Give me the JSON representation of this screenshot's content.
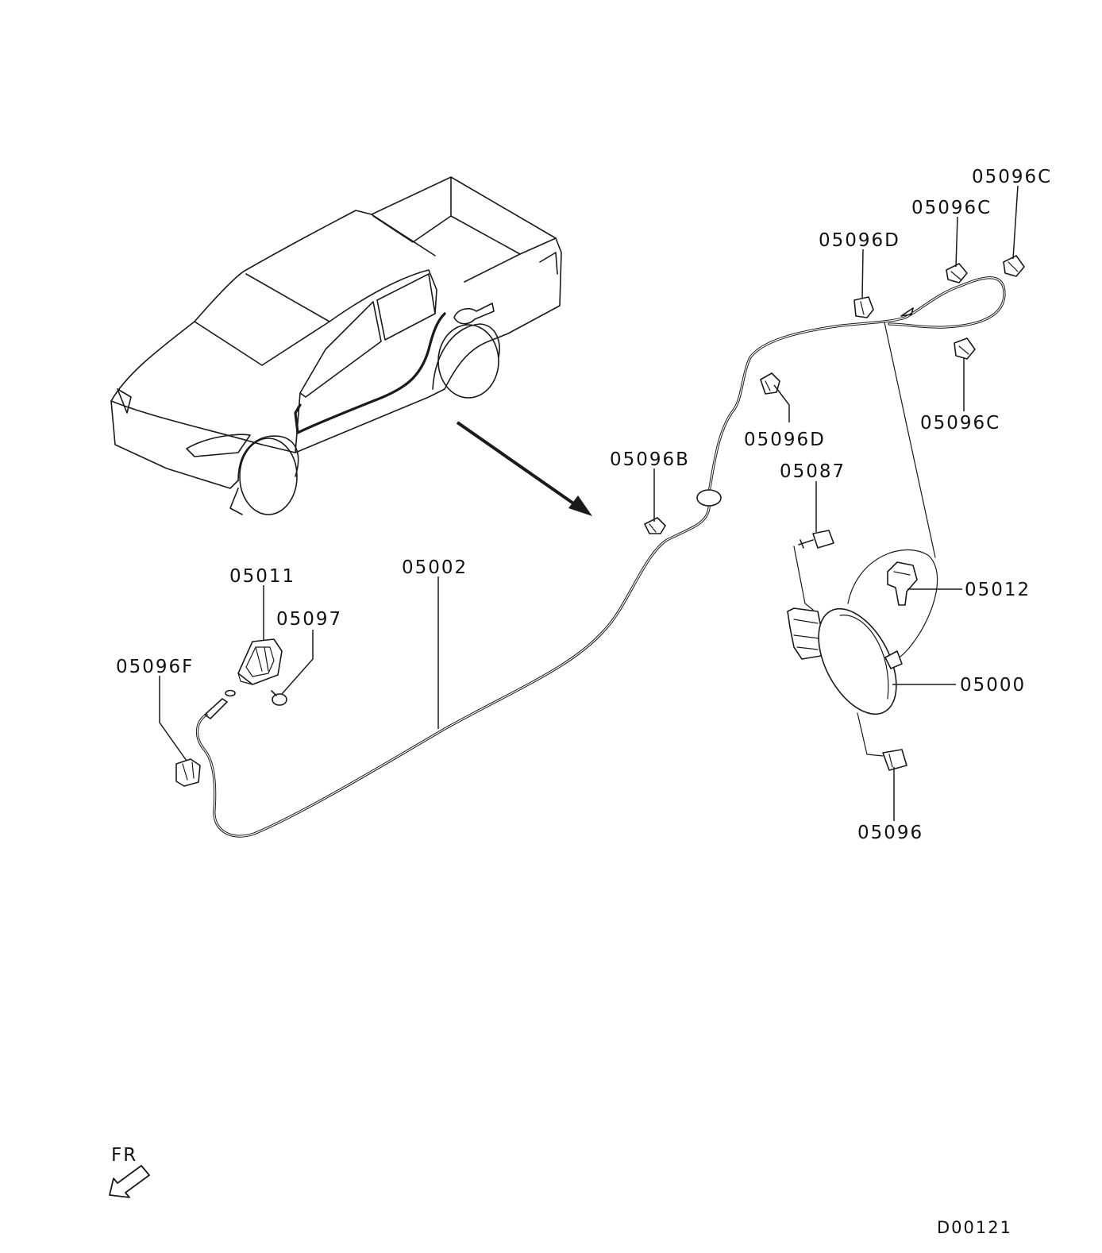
{
  "labels": {
    "p05096C_a": "05096C",
    "p05096C_b": "05096C",
    "p05096D_a": "05096D",
    "p05096C_c": "05096C",
    "p05096D_b": "05096D",
    "p05096B": "05096B",
    "p05087": "05087",
    "p05011": "05011",
    "p05002": "05002",
    "p05012": "05012",
    "p05097": "05097",
    "p05096F": "05096F",
    "p05000": "05000",
    "p05096": "05096"
  },
  "orientation": {
    "text": "FR"
  },
  "drawing_code": "D00121"
}
